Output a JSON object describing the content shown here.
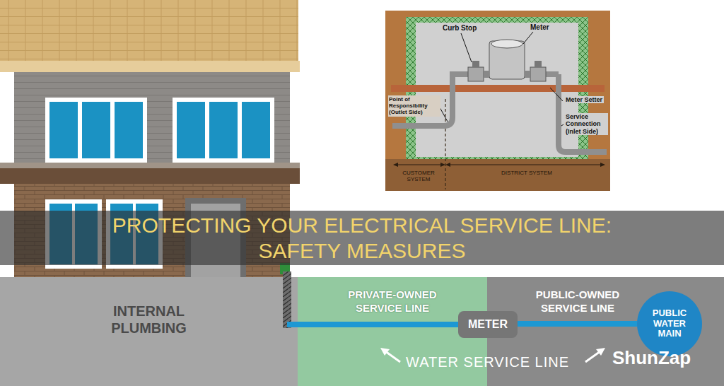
{
  "diagram": {
    "title": "PROTECTING YOUR ELECTRICAL SERVICE LINE: SAFETY MEASURES",
    "nodes": [
      {
        "text": [
          "INTERNAL PLUMBING"
        ]
      },
      {
        "text": [
          "PRIVATE-OWNED SERVICE LINE"
        ]
      },
      {
        "text": [
          "PUBLIC-OWNED SERVICE LINE"
        ]
      },
      {
        "text": [
          "METER"
        ]
      },
      {
        "text": [
          "PUBLIC WATER MAIN"
        ],
        "in": 2
      }
    ],
    "edges": [
      {
        "from": 0,
        "to": 3,
        "arrow": "none"
      },
      {
        "from": 3,
        "to": 4,
        "arrow": "none"
      }
    ],
    "labels": [
      "Curb Stop",
      "Meter",
      "Point of Responsibility (Outlet Side)",
      "Meter Setter",
      "Service Connection (Inlet Side)",
      "CUSTOMER SYSTEM",
      "DISTRICT SYSTEM",
      "WATER SERVICE LINE",
      "ShunZap"
    ]
  }
}
